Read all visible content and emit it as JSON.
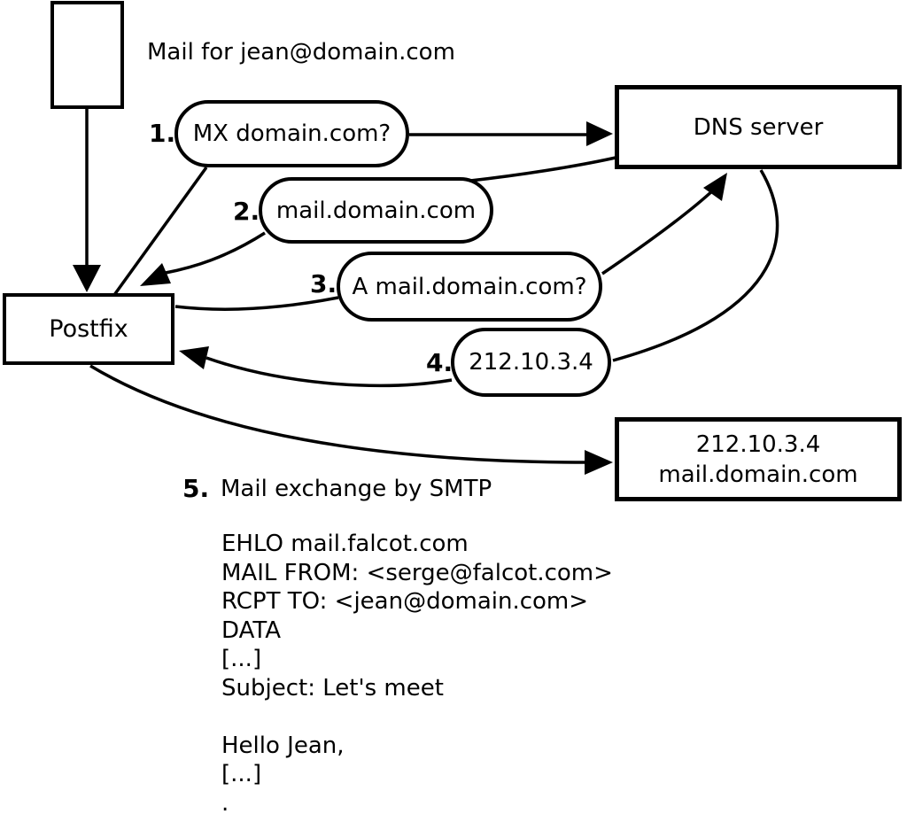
{
  "note": "Mail for jean@domain.com",
  "nodes": {
    "envelope": {
      "description": "mail-envelope"
    },
    "postfix": {
      "label": "Postfix"
    },
    "dns": {
      "label": "DNS server"
    },
    "mail_server": {
      "line1": "212.10.3.4",
      "line2": "mail.domain.com"
    }
  },
  "steps": [
    {
      "num": "1.",
      "label": "MX domain.com?"
    },
    {
      "num": "2.",
      "label": "mail.domain.com"
    },
    {
      "num": "3.",
      "label": "A mail.domain.com?"
    },
    {
      "num": "4.",
      "label": "212.10.3.4"
    },
    {
      "num": "5.",
      "label": "Mail exchange by SMTP"
    }
  ],
  "smtp_session": {
    "lines": [
      "EHLO mail.falcot.com",
      "MAIL FROM: <serge@falcot.com>",
      "RCPT TO: <jean@domain.com>",
      "DATA",
      "[...]",
      "Subject: Let's meet",
      "",
      "Hello Jean,",
      "[...]",
      "."
    ]
  },
  "colors": {
    "ink": "#000000",
    "background": "#ffffff"
  }
}
